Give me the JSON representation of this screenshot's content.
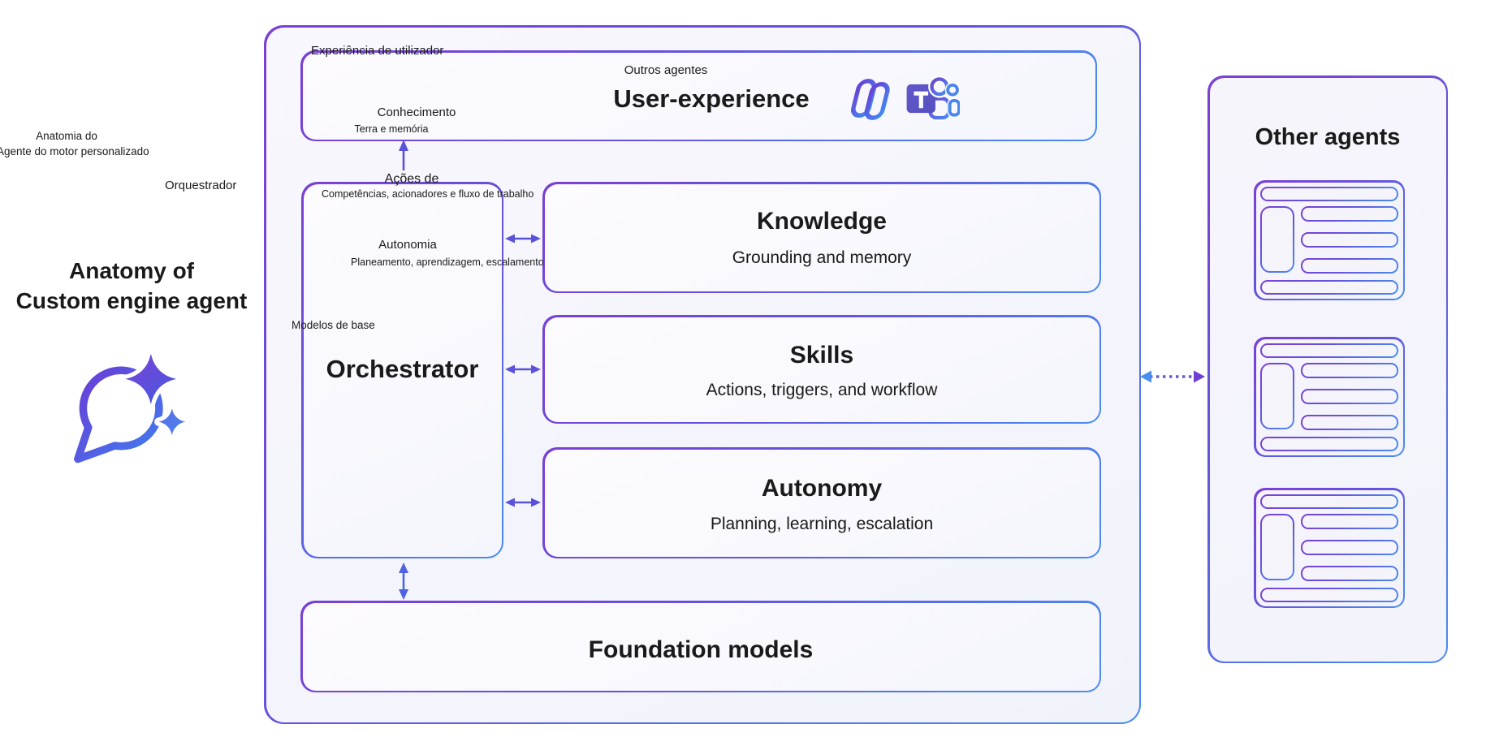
{
  "heading": {
    "line1": "Anatomy of",
    "line2": "Custom engine agent"
  },
  "main_diagram": {
    "user_experience": {
      "title": "User-experience"
    },
    "orchestrator": {
      "title": "Orchestrator"
    },
    "knowledge": {
      "title": "Knowledge",
      "subtitle": "Grounding and memory"
    },
    "skills": {
      "title": "Skills",
      "subtitle": "Actions, triggers, and workflow"
    },
    "autonomy": {
      "title": "Autonomy",
      "subtitle": "Planning, learning, escalation"
    },
    "foundation_models": {
      "title": "Foundation models"
    }
  },
  "other_agents_panel": {
    "title": "Other agents",
    "agent_card_count": 3
  },
  "portuguese_overlays": {
    "user_experience_label": "Experiência de utilizador",
    "other_agents_label": "Outros agentes",
    "knowledge_label": "Conhecimento",
    "grounding_memory_label": "Terra e memória",
    "anatomy_label_line1": "Anatomia do",
    "anatomy_label_line2": "Agente do motor personalizado",
    "orchestrator_label": "Orquestrador",
    "actions_label": "Ações de",
    "skills_subtitle_label": "Competências, acionadores e fluxo de trabalho",
    "autonomy_label": "Autonomia",
    "autonomy_subtitle_label": "Planeamento, aprendizagem, escalamento",
    "foundation_models_label": "Modelos de base"
  },
  "icons": {
    "copilot": "copilot-icon",
    "teams": "teams-icon",
    "chat_sparkle": "chat-sparkle-icon"
  },
  "colors": {
    "gradient_purple": "#7a40d4",
    "gradient_blue": "#4a8cf0",
    "arrow": "#5a52da",
    "dotted_arrow_blue_head": "#4a8cf0",
    "dotted_arrow_purple_head": "#6d3fd4",
    "teams_square_fill": "#5b55c8",
    "text": "#1a1a1a"
  }
}
